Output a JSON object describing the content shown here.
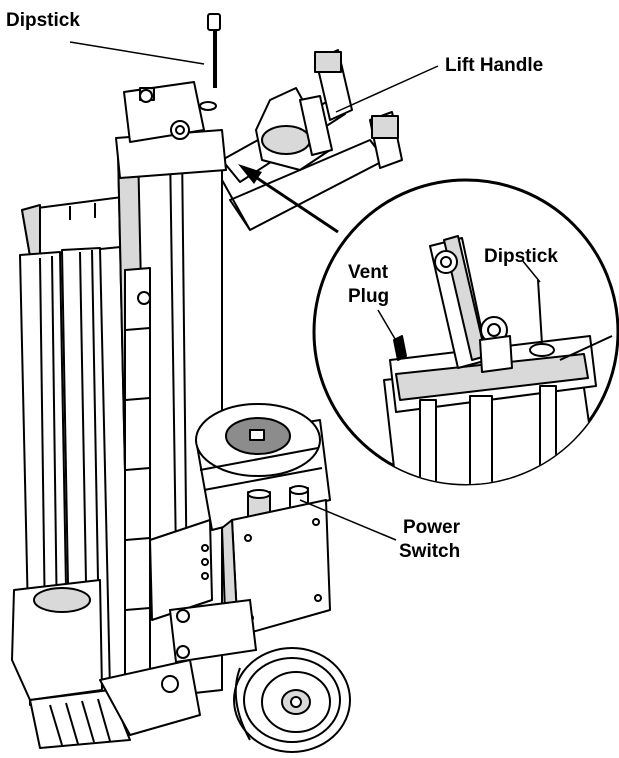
{
  "labels": {
    "dipstick_top": "Dipstick",
    "lift_handle": "Lift Handle",
    "dipstick_inset": "Dipstick",
    "vent_plug_line1": "Vent",
    "vent_plug_line2": "Plug",
    "power_switch_line1": "Power",
    "power_switch_line2": "Switch"
  },
  "colors": {
    "ink": "#000000",
    "paper": "#ffffff",
    "shade": "#d9d9d9",
    "dark_shade": "#8c8c8c"
  }
}
